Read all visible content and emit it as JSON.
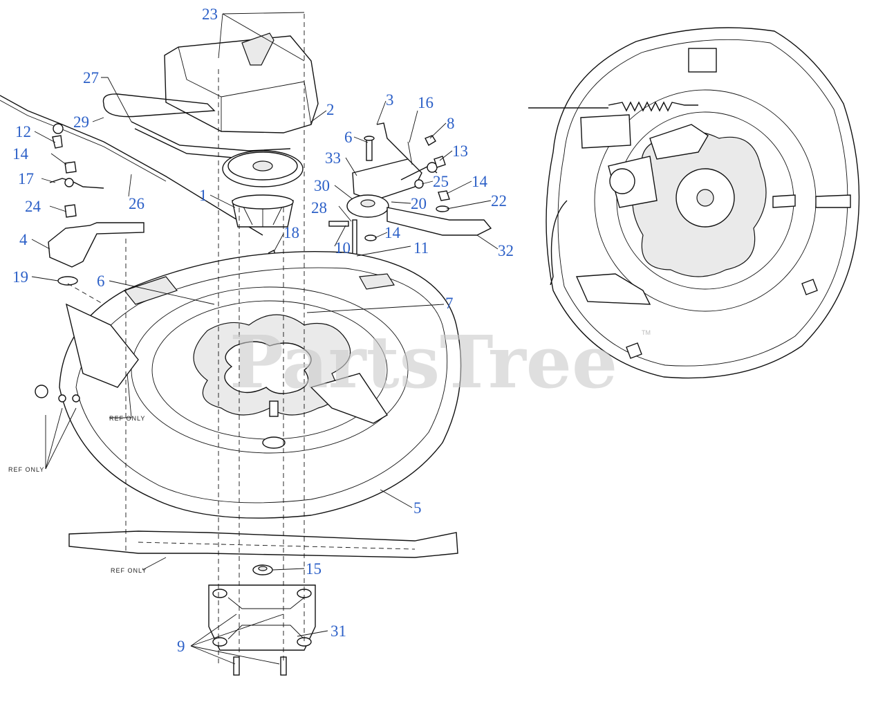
{
  "watermark": "PartsTree",
  "trademark": "TM",
  "part_labels": {
    "p23": "23",
    "p27": "27",
    "p29": "29",
    "p12": "12",
    "p14a": "14",
    "p17": "17",
    "p24": "24",
    "p26": "26",
    "p1": "1",
    "p18": "18",
    "p4": "4",
    "p19": "19",
    "p6a": "6",
    "p2": "2",
    "p3": "3",
    "p16": "16",
    "p8": "8",
    "p6b": "6",
    "p33": "33",
    "p13": "13",
    "p30": "30",
    "p25": "25",
    "p14b": "14",
    "p20": "20",
    "p22": "22",
    "p28": "28",
    "p14c": "14",
    "p10": "10",
    "p11": "11",
    "p32": "32",
    "p7": "7",
    "p5": "5",
    "p15": "15",
    "p31": "31",
    "p9": "9"
  },
  "ref_labels": {
    "deck": "REF ONLY",
    "wheels": "REF ONLY",
    "blade": "REF ONLY"
  },
  "colors": {
    "label": "#2b5fc7",
    "line": "#111111",
    "watermark": "#c9c9c9"
  }
}
